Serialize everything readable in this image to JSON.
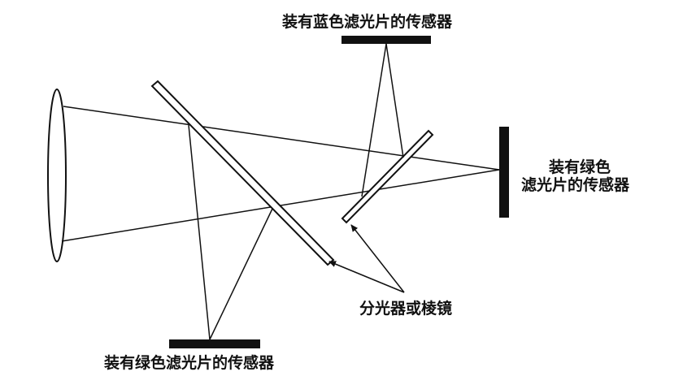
{
  "labels": {
    "blue_sensor": "装有蓝色滤光片的传感器",
    "green_sensor_right_line1": "装有绿色",
    "green_sensor_right_line2": "滤光片的传感器",
    "green_sensor_bottom": "装有绿色滤光片的传感器",
    "splitter": "分光器或棱镜"
  },
  "colors": {
    "ink": "#111111",
    "background": "#ffffff"
  }
}
